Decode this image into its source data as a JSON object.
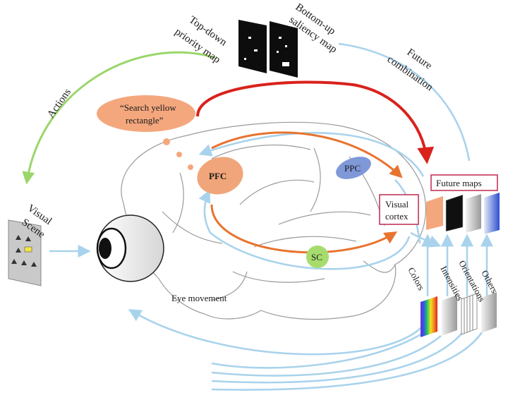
{
  "labels": {
    "top_down_line1": "Top-down",
    "top_down_line2": "priority map",
    "bottom_up_line1": "Bottom-up",
    "bottom_up_line2": "saliency map",
    "future_combination_line1": "Future",
    "future_combination_line2": "combination",
    "actions": "Actions",
    "search_line1": "“Search yellow",
    "search_line2": "rectangle”",
    "visual_scene_line1": "Visual",
    "visual_scene_line2": "Scene",
    "pfc": "PFC",
    "ppc": "PPC",
    "sc": "SC",
    "visual_cortex_line1": "Visual",
    "visual_cortex_line2": "cortex",
    "future_maps": "Future maps",
    "eye_movement": "Eye movement",
    "colors": "Colors",
    "intensities": "Intensities",
    "orientations": "Orientations",
    "others": "Others"
  },
  "colors": {
    "orange": "#e8732e",
    "red": "#d9221c",
    "green": "#9ad66b",
    "light_blue": "#a9d3ec",
    "pfc_fill": "#f0a67a",
    "ppc_fill": "#7f98d8",
    "sc_fill": "#a6dc6e",
    "callout_fill": "#f4a77d",
    "label_box_border": "#c5365a"
  }
}
